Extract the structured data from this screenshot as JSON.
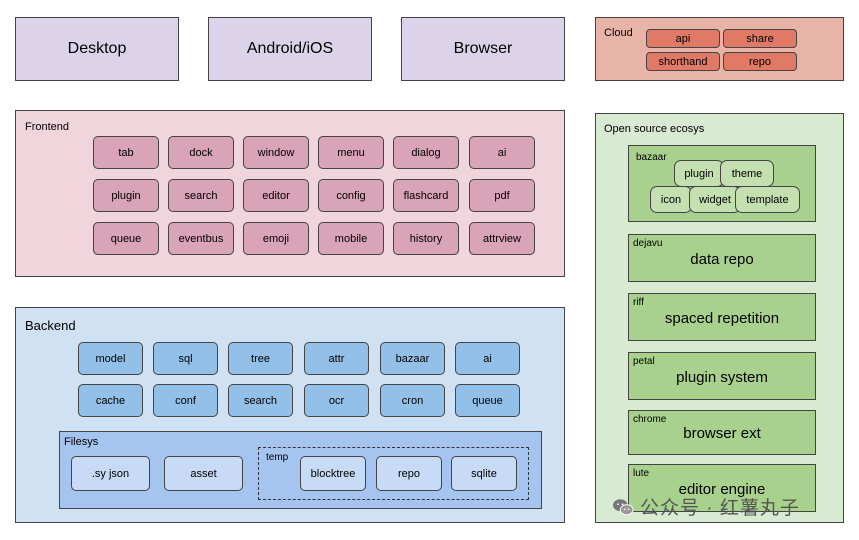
{
  "platforms": [
    "Desktop",
    "Android/iOS",
    "Browser"
  ],
  "cloud": {
    "label": "Cloud",
    "items": [
      "api",
      "share",
      "shorthand",
      "repo"
    ]
  },
  "frontend": {
    "label": "Frontend",
    "rows": [
      [
        "tab",
        "dock",
        "window",
        "menu",
        "dialog",
        "ai"
      ],
      [
        "plugin",
        "search",
        "editor",
        "config",
        "flashcard",
        "pdf"
      ],
      [
        "queue",
        "eventbus",
        "emoji",
        "mobile",
        "history",
        "attrview"
      ]
    ]
  },
  "backend": {
    "label": "Backend",
    "rows": [
      [
        "model",
        "sql",
        "tree",
        "attr",
        "bazaar",
        "ai"
      ],
      [
        "cache",
        "conf",
        "search",
        "ocr",
        "cron",
        "queue"
      ]
    ],
    "filesys": {
      "label": "Filesys",
      "items": [
        ".sy json",
        "asset"
      ],
      "temp": {
        "label": "temp",
        "items": [
          "blocktree",
          "repo",
          "sqlite"
        ]
      }
    }
  },
  "oss": {
    "label": "Open source ecosys",
    "bazaar": {
      "label": "bazaar",
      "items": [
        "plugin",
        "theme",
        "icon",
        "widget",
        "template"
      ]
    },
    "modules": [
      {
        "label": "dejavu",
        "desc": "data repo"
      },
      {
        "label": "riff",
        "desc": "spaced repetition"
      },
      {
        "label": "petal",
        "desc": "plugin system"
      },
      {
        "label": "chrome",
        "desc": "browser ext"
      },
      {
        "label": "lute",
        "desc": "editor engine"
      }
    ]
  },
  "watermark": "公众号 · 红薯丸子"
}
